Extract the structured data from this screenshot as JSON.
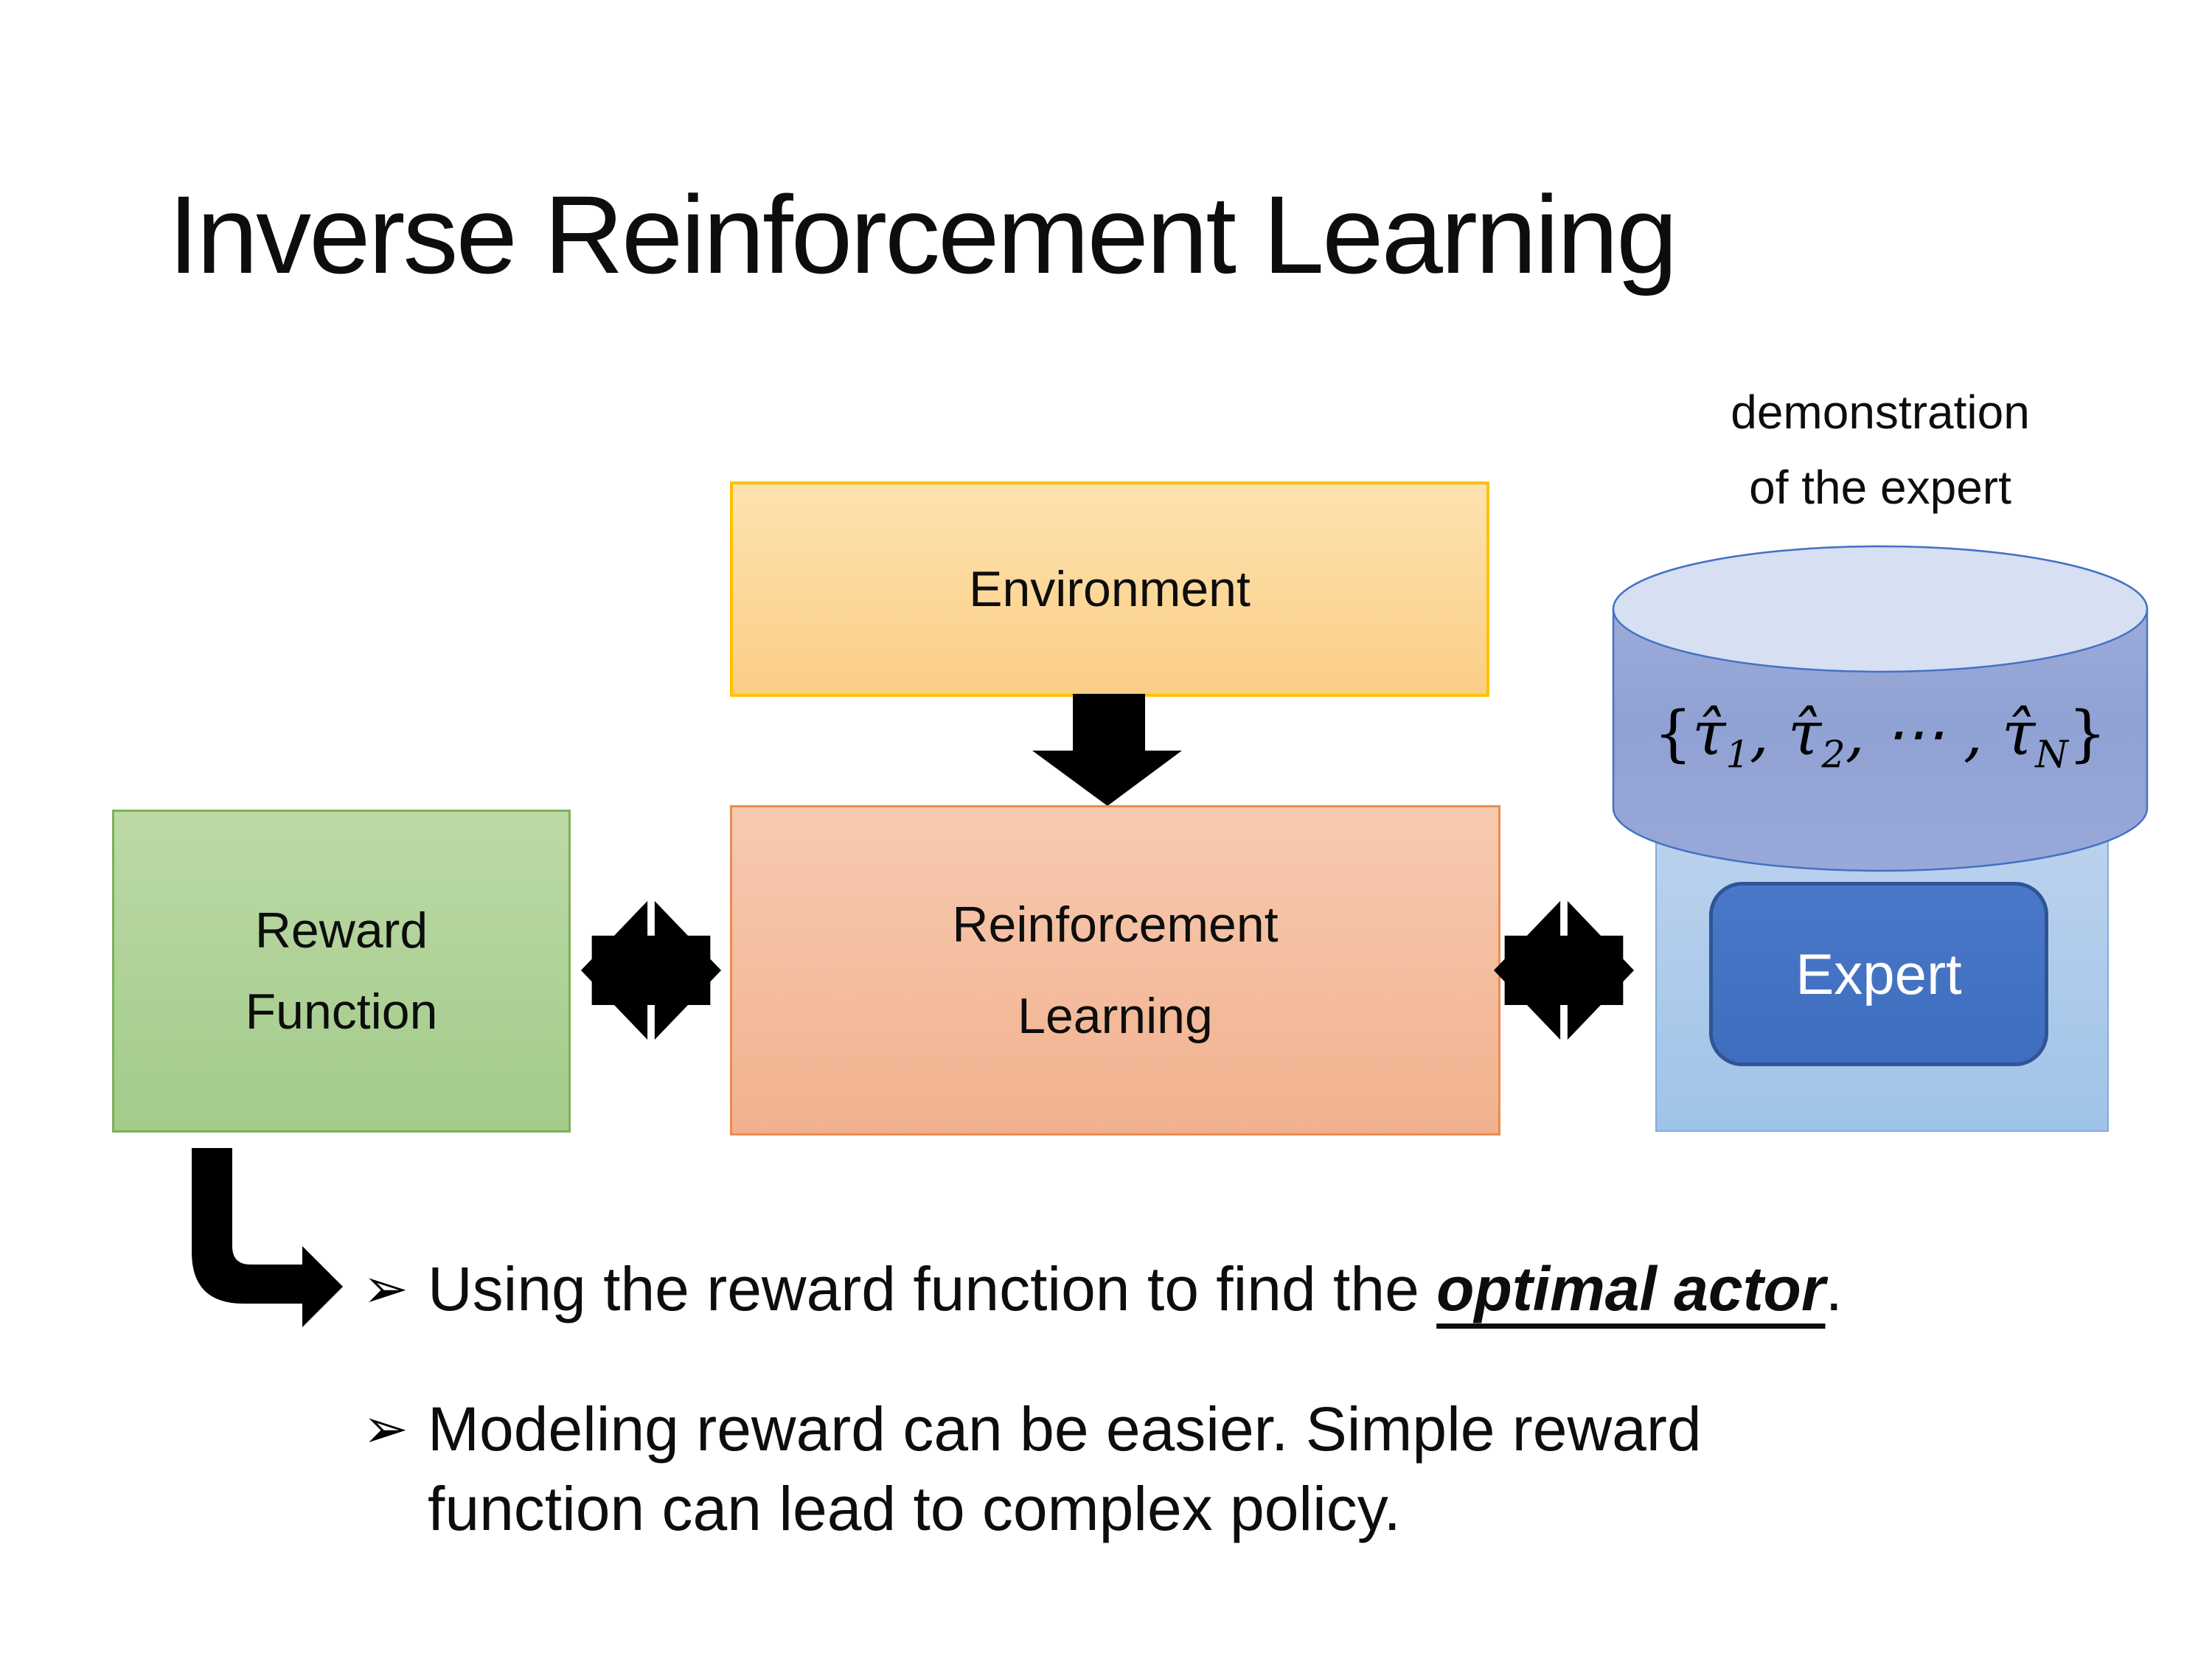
{
  "title": "Inverse Reinforcement Learning",
  "demo_label": {
    "line1": "demonstration",
    "line2": "of the expert"
  },
  "environment": {
    "label": "Environment"
  },
  "reward_function": {
    "line1": "Reward",
    "line2": "Function"
  },
  "reinforcement_learning": {
    "line1": "Reinforcement",
    "line2": "Learning"
  },
  "expert": {
    "label": "Expert"
  },
  "formula": {
    "open": "{",
    "tau1": "τ̂",
    "sub1": "1",
    "sep1": ", ",
    "tau2": "τ̂",
    "sub2": "2",
    "sep2": ", ⋯ , ",
    "tau3": "τ̂",
    "sub3": "N",
    "close": "}"
  },
  "bullets": {
    "marker": "➢",
    "item1": {
      "pre": "Using the reward function to find the ",
      "emphasis": "optimal actor",
      "post": "."
    },
    "item2": {
      "line1": "Modeling reward can be easier. Simple reward",
      "line2": "function can lead to complex policy."
    }
  },
  "colors": {
    "environment_fill": "#FBD28A",
    "environment_border": "#FFC000",
    "reward_fill": "#AFD295",
    "reward_border": "#7CB05B",
    "rl_fill": "#F4BA9B",
    "rl_border": "#ED8A50",
    "expert_container_fill": "#AECBEA",
    "expert_fill": "#4472C4",
    "expert_border": "#2F5597",
    "cylinder_body_fill": "#95A5D6",
    "cylinder_top_fill": "#D7DFF3",
    "cylinder_border": "#4472C4",
    "arrow_color": "#000000",
    "text_color": "#0D0D0D"
  }
}
